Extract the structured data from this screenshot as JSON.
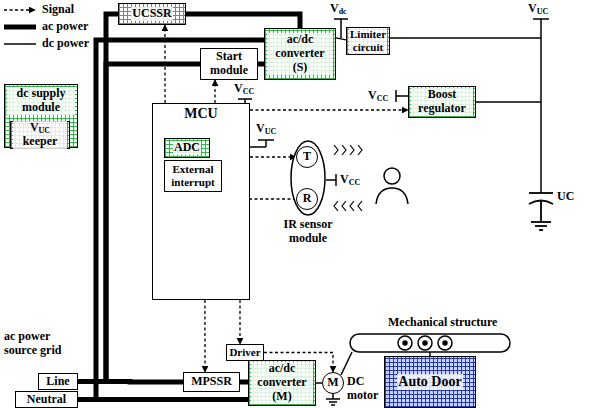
{
  "diagram": {
    "nodes": [
      {
        "text": [
          "dc supply module"
        ]
      },
      {
        "text": [
          "VUC keeper"
        ],
        "in": 0
      },
      {
        "text": [
          "UCSSR"
        ]
      },
      {
        "text": [
          "Start module"
        ]
      },
      {
        "text": [
          "ac/dc converter (S)"
        ]
      },
      {
        "text": [
          "Limiter circuit"
        ]
      },
      {
        "text": [
          "Boost regulator"
        ]
      },
      {
        "text": [
          "MCU"
        ]
      },
      {
        "text": [
          "ADC"
        ],
        "in": 7
      },
      {
        "text": [
          "External interrupt"
        ],
        "in": 7
      },
      {
        "text": [
          "IR sensor module"
        ]
      },
      {
        "text": [
          "T"
        ],
        "in": 10
      },
      {
        "text": [
          "R"
        ],
        "in": 10
      },
      {
        "text": [
          "Driver"
        ]
      },
      {
        "text": [
          "MPSSR"
        ]
      },
      {
        "text": [
          "ac/dc converter (M)"
        ]
      },
      {
        "text": [
          "M",
          "DC motor"
        ]
      },
      {
        "text": [
          "Auto Door"
        ]
      },
      {
        "text": [
          "Line"
        ]
      },
      {
        "text": [
          "Neutral"
        ]
      }
    ],
    "edges": [
      {
        "from": 7,
        "to": 2,
        "arrow": "to"
      },
      {
        "from": 7,
        "to": 3,
        "arrow": "to"
      },
      {
        "from": 7,
        "to": 6,
        "arrow": "to"
      },
      {
        "from": 12,
        "to": 9,
        "arrow": "to"
      },
      {
        "from": 7,
        "to": 11,
        "arrow": "to"
      },
      {
        "from": 7,
        "to": 14,
        "arrow": "to"
      },
      {
        "from": 7,
        "to": 13,
        "arrow": "to"
      },
      {
        "from": 13,
        "to": 16,
        "arrow": "to"
      },
      {
        "from": 18,
        "to": 2,
        "arrow": "none"
      },
      {
        "from": 2,
        "to": 4,
        "arrow": "none"
      },
      {
        "from": 18,
        "to": 3,
        "arrow": "none"
      },
      {
        "from": 3,
        "to": 4,
        "arrow": "none"
      },
      {
        "from": 19,
        "to": 4,
        "arrow": "none"
      },
      {
        "from": 18,
        "to": 14,
        "arrow": "none"
      },
      {
        "from": 14,
        "to": 15,
        "arrow": "none"
      },
      {
        "from": 19,
        "to": 15,
        "arrow": "none"
      },
      {
        "from": 15,
        "to": 16,
        "arrow": "none"
      },
      {
        "from": 4,
        "to": 5,
        "arrow": "none"
      }
    ],
    "labels": [
      "Vdc",
      "VUC",
      "VCC",
      "VCC",
      "VUC",
      "VCC",
      "UC",
      "ac power source grid",
      "Mechanical structure"
    ],
    "legend": [
      {
        "text": "Signal"
      },
      {
        "text": "ac power"
      },
      {
        "text": "dc power"
      }
    ]
  }
}
